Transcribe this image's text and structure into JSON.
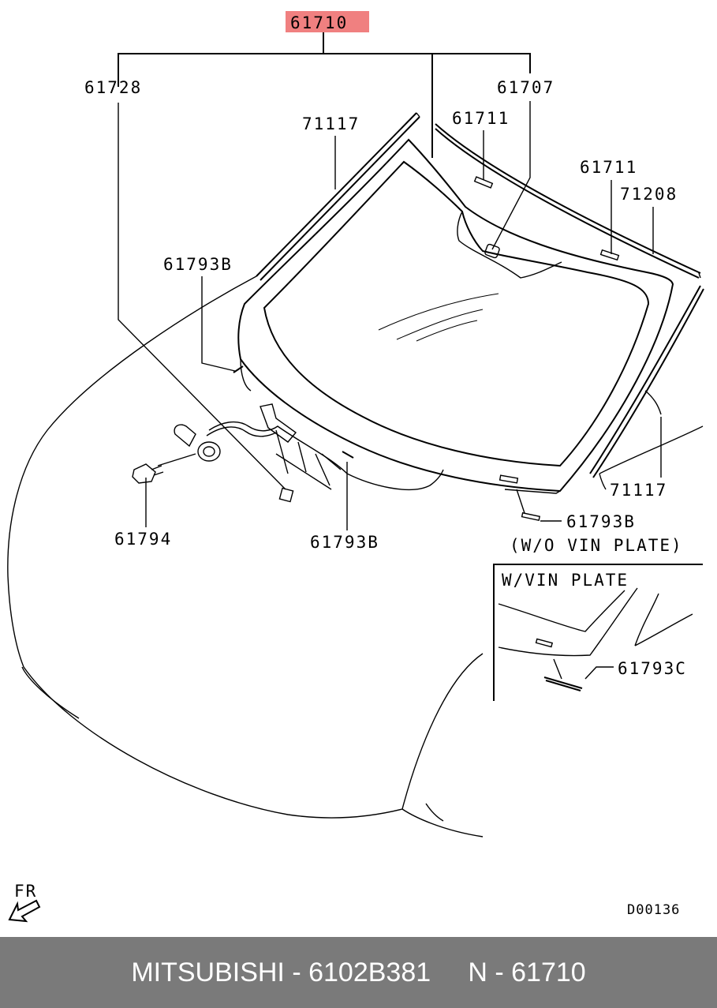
{
  "diagram": {
    "main_part": "61710",
    "labels": {
      "p61728": "61728",
      "p61707": "61707",
      "p71117_top": "71117",
      "p61711_a": "61711",
      "p61711_b": "61711",
      "p71208": "71208",
      "p61793b_left": "61793B",
      "p61794": "61794",
      "p61793b_mid": "61793B",
      "p61793b_right": "61793B",
      "wo_vin": "(W/O VIN PLATE)",
      "p71117_right": "71117",
      "w_vin": "W/VIN PLATE",
      "p61793c": "61793C",
      "fr": "FR",
      "drawing_code": "D00136"
    },
    "highlight_color": "#f08080"
  },
  "footer": {
    "text": "MITSUBISHI - 6102B381     N - 61710",
    "background": "#7a7a7a"
  }
}
